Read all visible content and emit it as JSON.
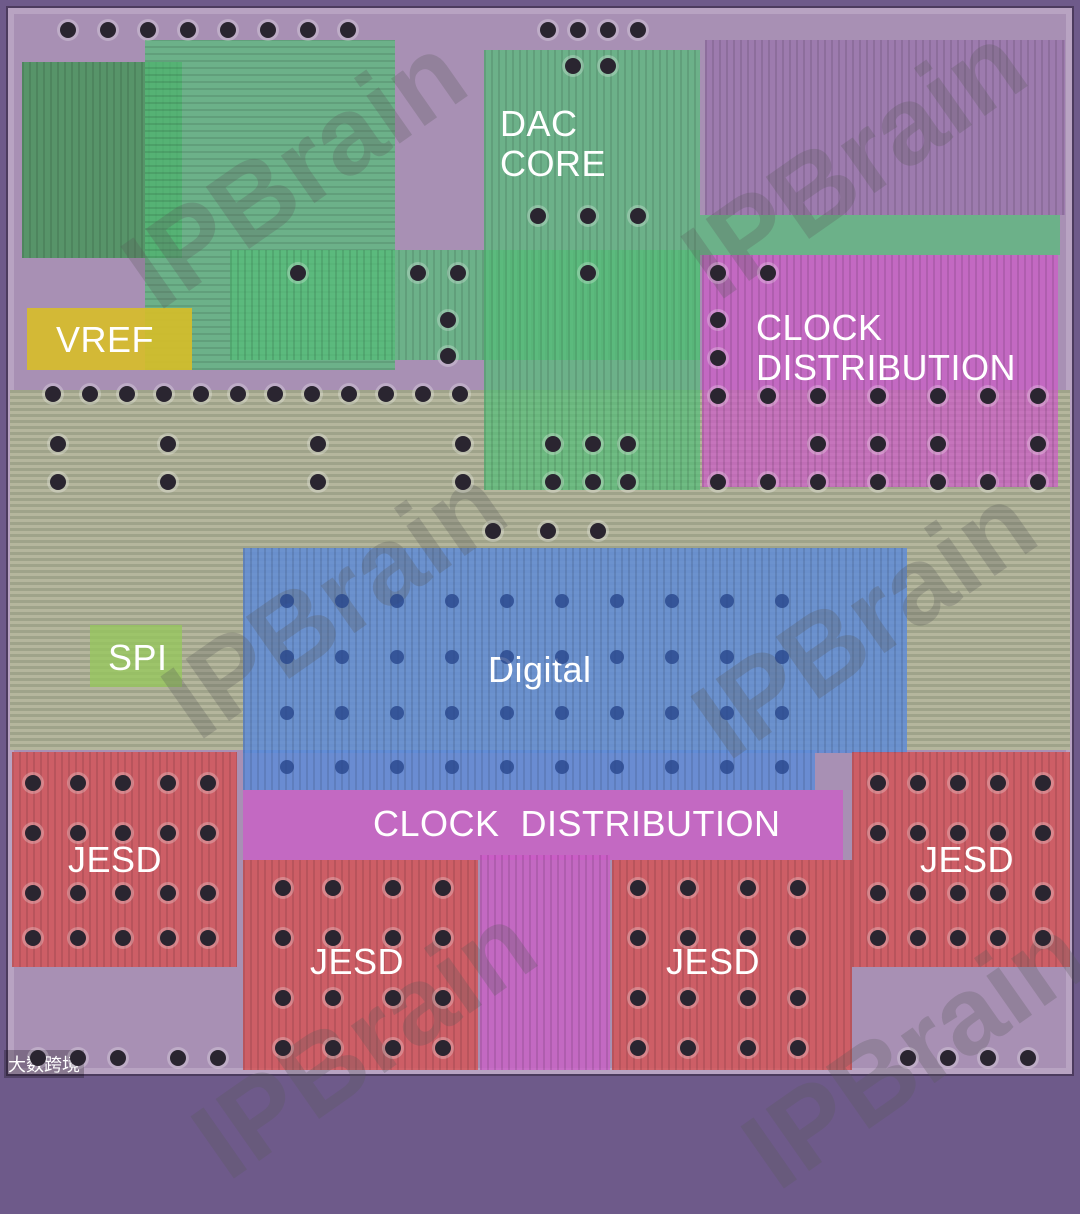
{
  "labels": {
    "dac_core": "DAC\nCORE",
    "clock_distribution_right": "CLOCK\nDISTRIBUTION",
    "clock_distribution_bottom": "CLOCK  DISTRIBUTION",
    "vref": "VREF",
    "spi": "SPI",
    "digital": "Digital",
    "jesd": "JESD"
  },
  "watermark": "IPBrain",
  "source_tag": "大数跨境",
  "colors": {
    "dac_core": "#55be78",
    "clock_distribution": "#cd5ac8",
    "digital": "#5f8cd7",
    "jesd": "#d75050",
    "vref": "#d7be28",
    "spi": "#96c85a"
  }
}
